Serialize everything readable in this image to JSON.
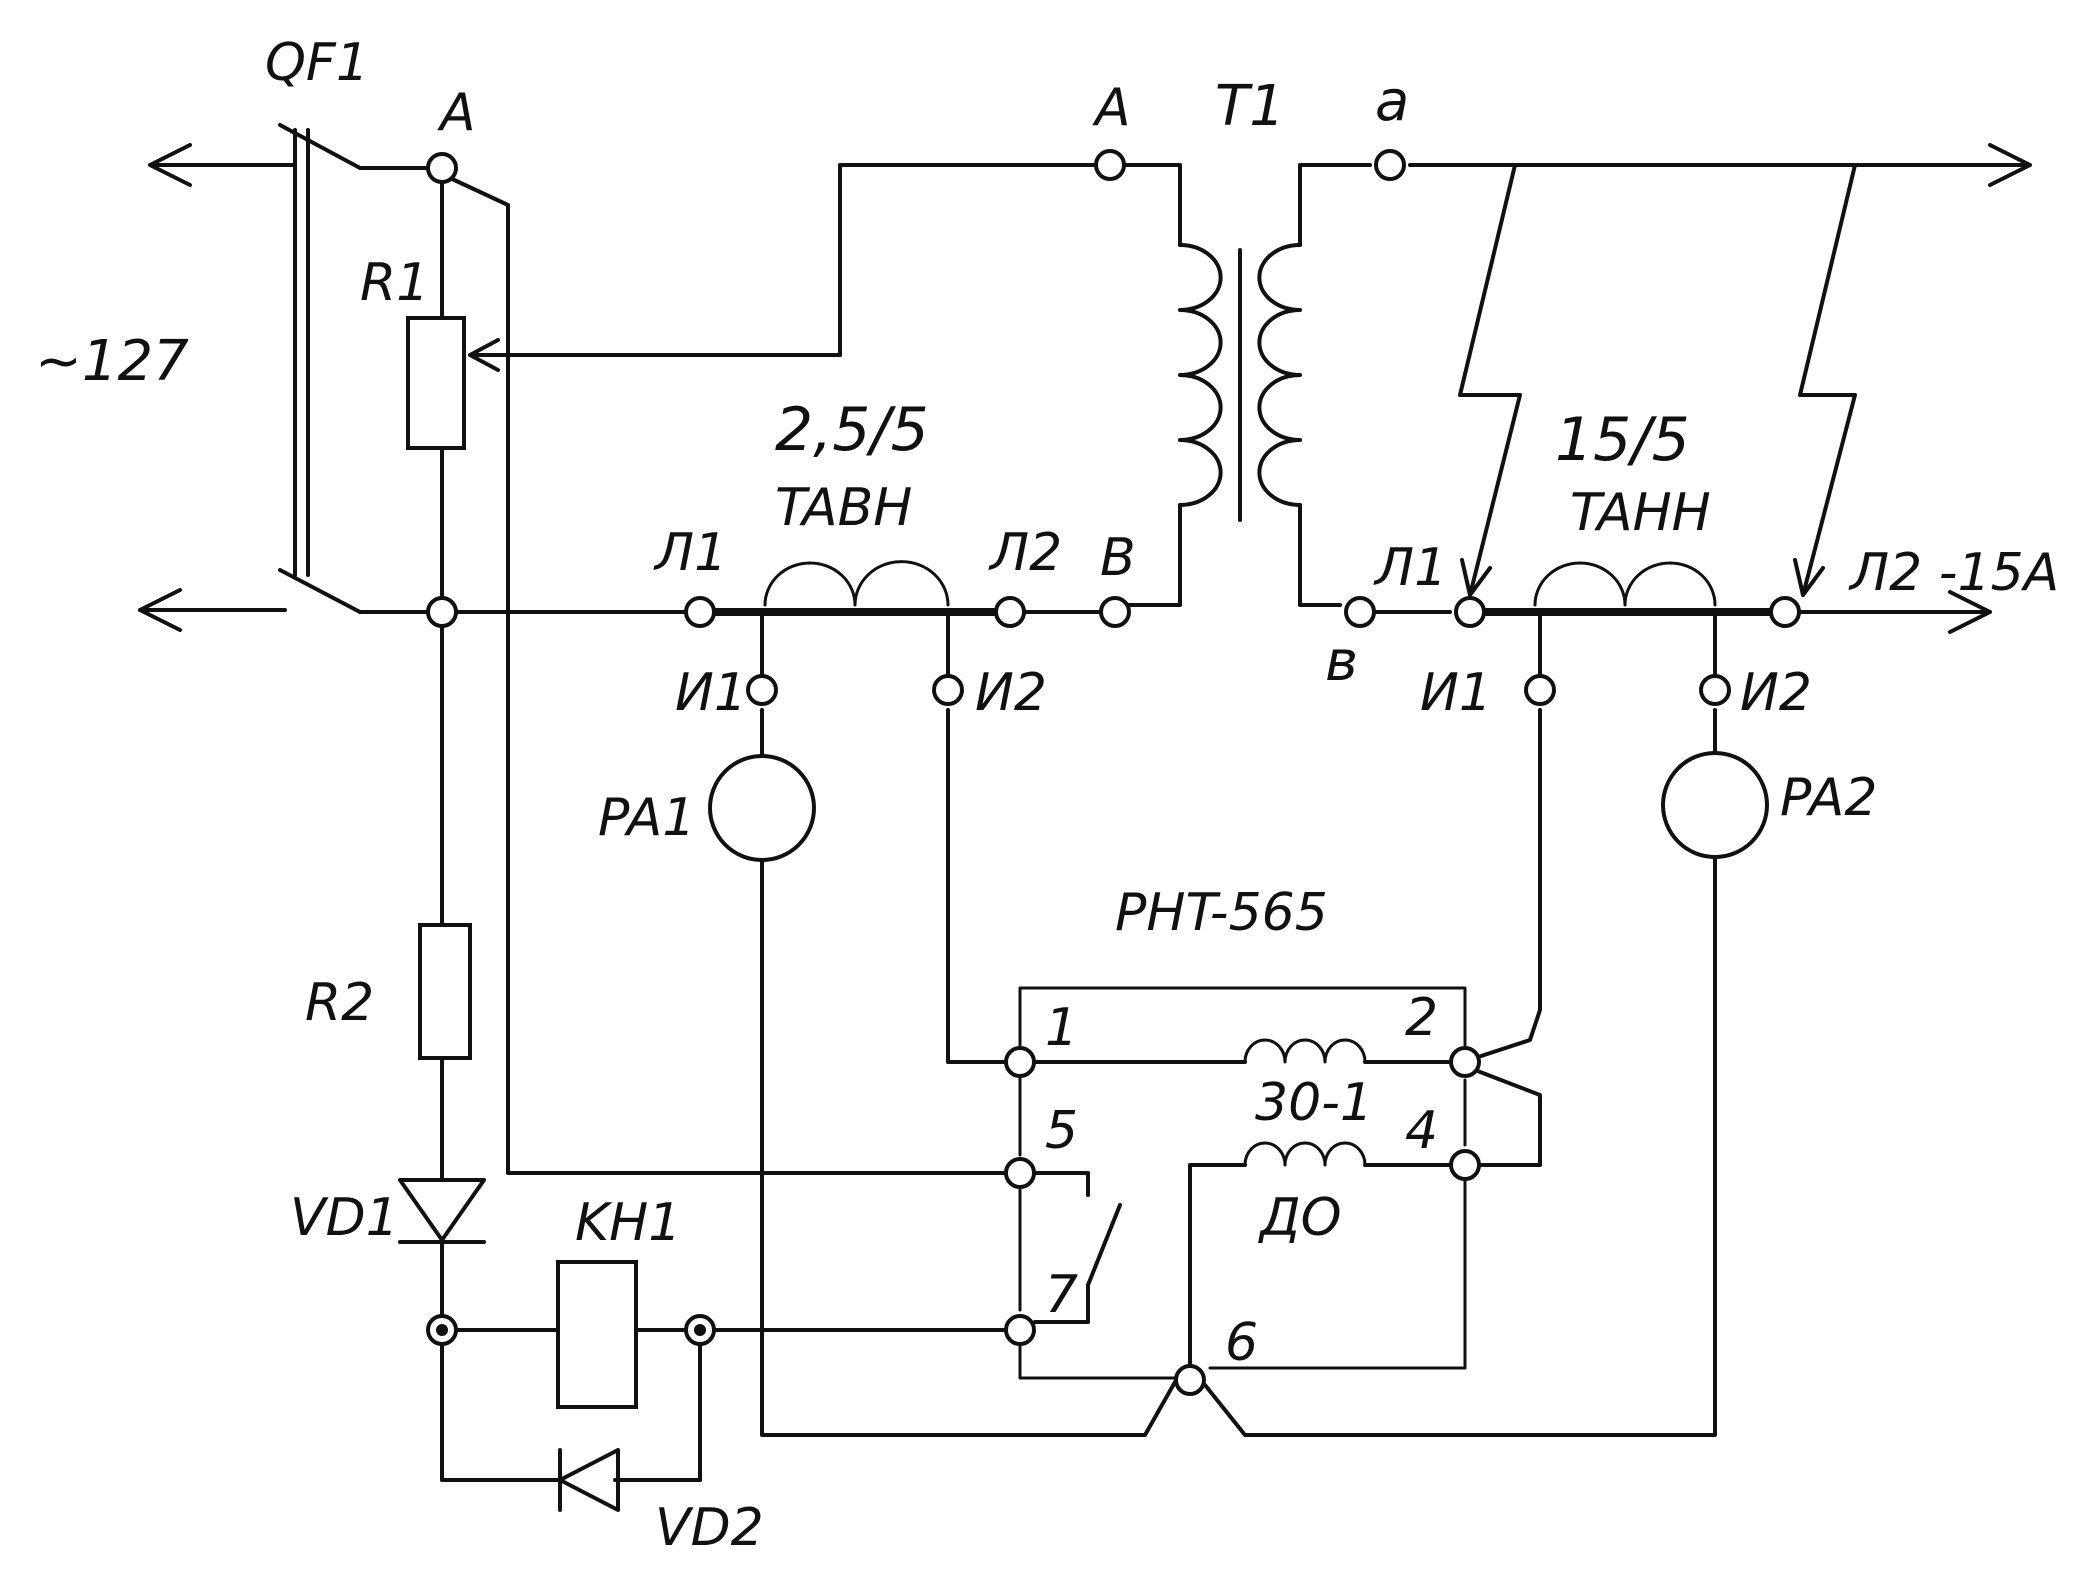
{
  "labels": {
    "qf1": "QF1",
    "input_a": "A",
    "supply": "~127",
    "r1": "R1",
    "r2": "R2",
    "vd1": "VD1",
    "vd2": "VD2",
    "kh1": "KH1",
    "pa1": "PA1",
    "pa2": "PA2",
    "t1": "T1",
    "t1_a": "A",
    "t1_b": "B",
    "t1_a_low": "a",
    "t1_b_low": "в",
    "tavn_ratio": "2,5/5",
    "tavn": "TABH",
    "tann_ratio": "15/5",
    "tann": "TAHH",
    "tavn_l1": "Л1",
    "tavn_l2": "Л2",
    "tavn_i1": "И1",
    "tavn_i2": "И2",
    "tann_l1": "Л1",
    "tann_l2": "Л2 -15A",
    "tann_i1": "И1",
    "tann_i2": "И2",
    "relay": "PHT-565",
    "relay_t1": "1",
    "relay_t2": "2",
    "relay_t4": "4",
    "relay_t5": "5",
    "relay_t6": "6",
    "relay_t7": "7",
    "coil_work": "30-1",
    "coil_diff": "ДО"
  }
}
